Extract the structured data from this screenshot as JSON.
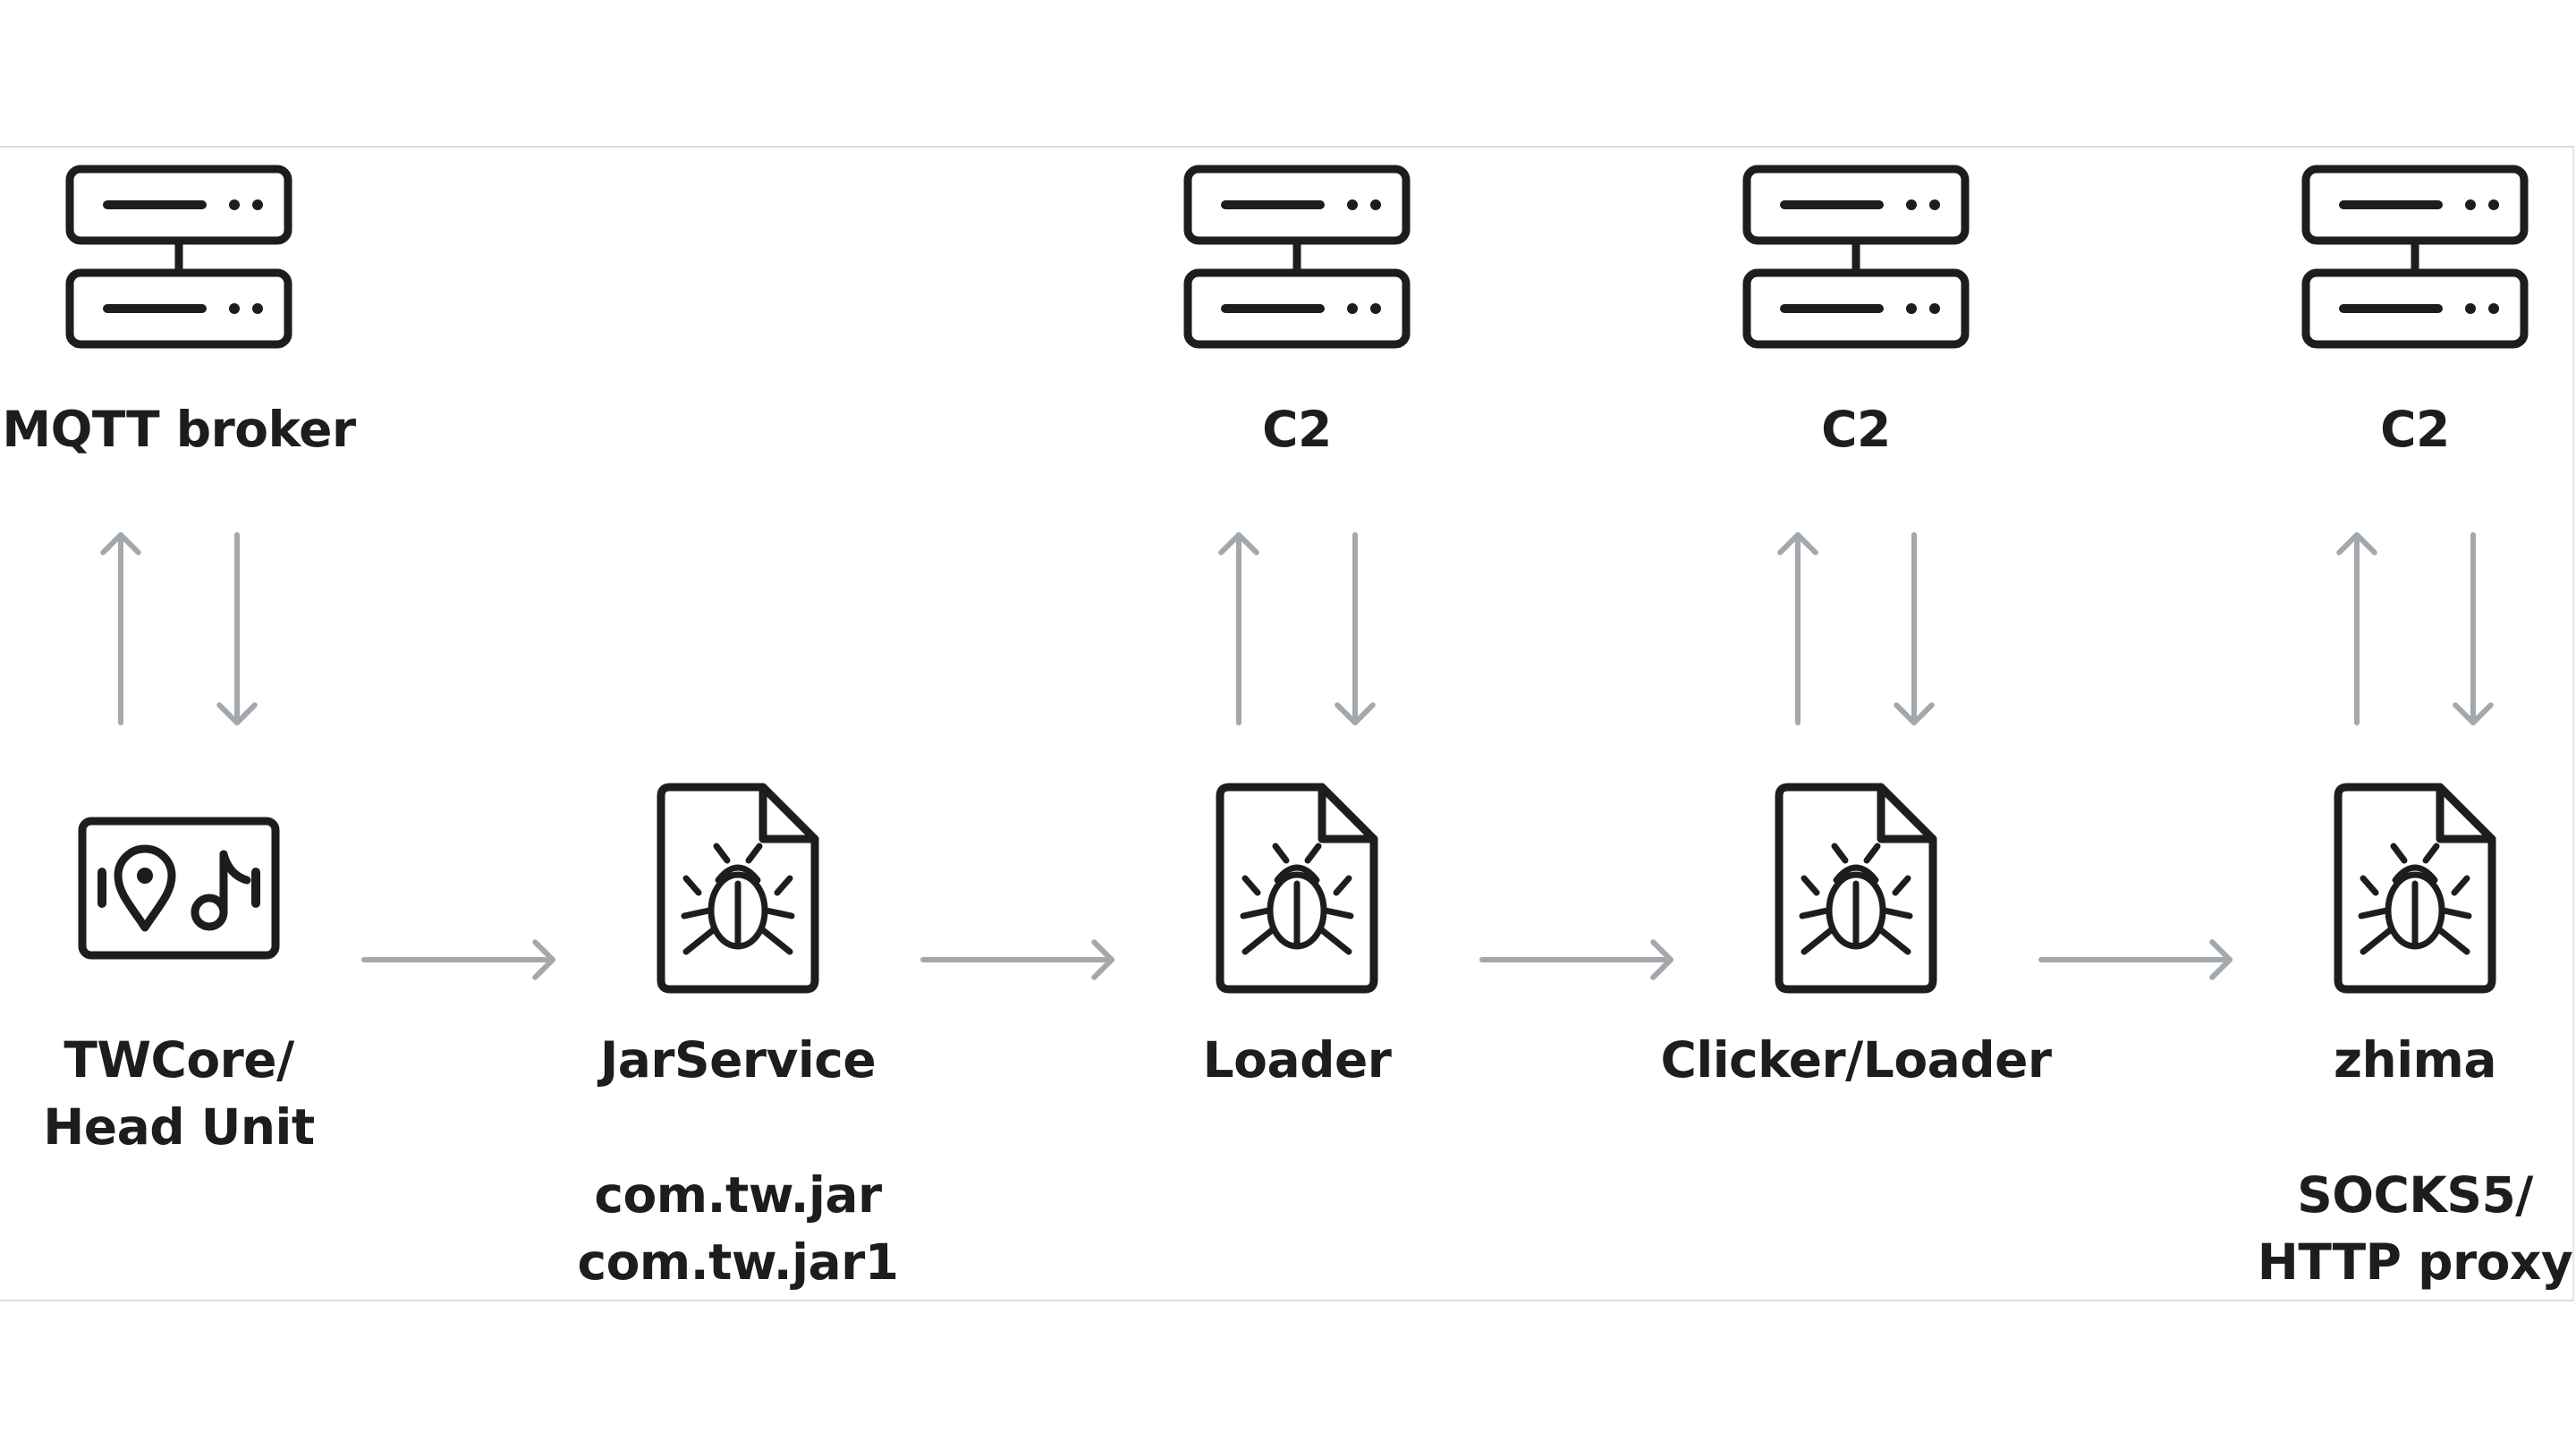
{
  "colors": {
    "icon": "#1d1d1b",
    "arrow": "#a3a8ad",
    "border": "#dcdcdc"
  },
  "servers": [
    {
      "label": "MQTT broker",
      "icon": "server-icon"
    },
    {
      "label": "C2",
      "icon": "server-icon"
    },
    {
      "label": "C2",
      "icon": "server-icon"
    },
    {
      "label": "C2",
      "icon": "server-icon"
    }
  ],
  "nodes": [
    {
      "icon": "head-unit-icon",
      "label_lines": [
        "TWCore/",
        "Head Unit"
      ],
      "sub_lines": []
    },
    {
      "icon": "malware-file-icon",
      "label_lines": [
        "JarService"
      ],
      "sub_lines": [
        "com.tw.jar",
        "com.tw.jar1"
      ]
    },
    {
      "icon": "malware-file-icon",
      "label_lines": [
        "Loader"
      ],
      "sub_lines": []
    },
    {
      "icon": "malware-file-icon",
      "label_lines": [
        "Clicker/Loader"
      ],
      "sub_lines": []
    },
    {
      "icon": "malware-file-icon",
      "label_lines": [
        "zhima"
      ],
      "sub_lines": [
        "SOCKS5/",
        "HTTP proxy"
      ]
    }
  ]
}
